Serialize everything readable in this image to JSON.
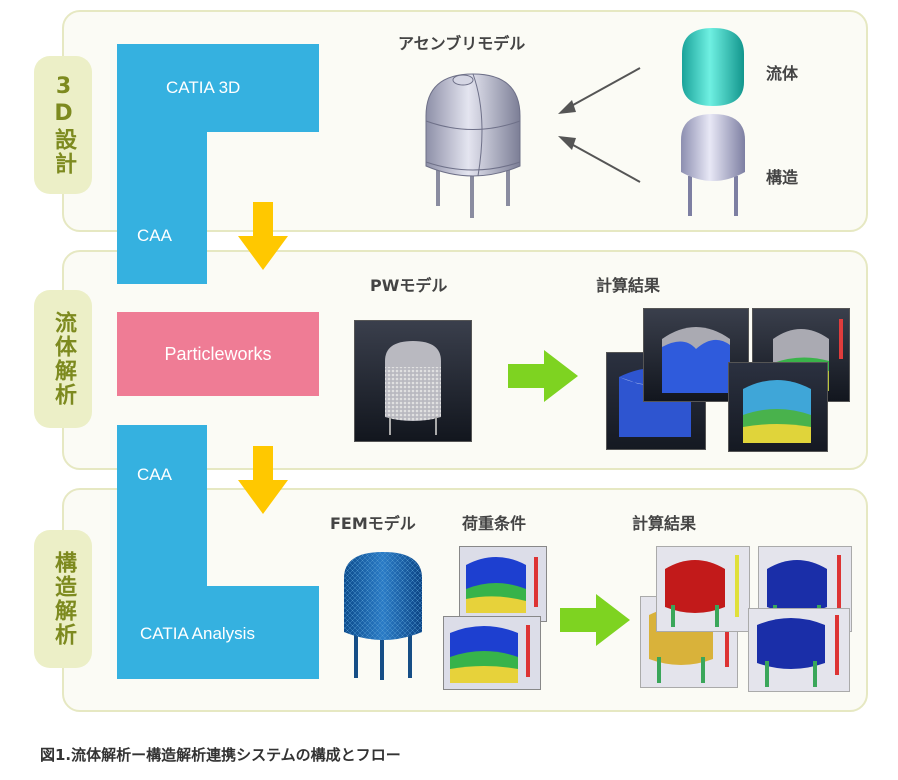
{
  "stages": {
    "design": "3D設計",
    "fluid": "流体解析",
    "structure": "構造解析"
  },
  "software": {
    "catia3d": "CATIA 3D",
    "caa_top": "CAA",
    "particleworks": "Particleworks",
    "caa_bottom": "CAA",
    "catia_analysis": "CATIA Analysis"
  },
  "labels": {
    "assembly_model": "アセンブリモデル",
    "fluid_part": "流体",
    "structure_part": "構造",
    "pw_model": "PWモデル",
    "calc_result_fluid": "計算結果",
    "fem_model": "FEMモデル",
    "load_condition": "荷重条件",
    "calc_result_struct": "計算結果"
  },
  "caption": "図1.流体解析ー構造解析連携システムの構成とフロー",
  "colors": {
    "panel_border": "#e6e8c2",
    "stage_tag": "#ecefc7",
    "stage_text": "#7d8a1f",
    "software_block": "#35b1e0",
    "particleworks_block": "#ef7c95",
    "down_arrow": "#ffc800",
    "right_arrow": "#7ed321"
  }
}
